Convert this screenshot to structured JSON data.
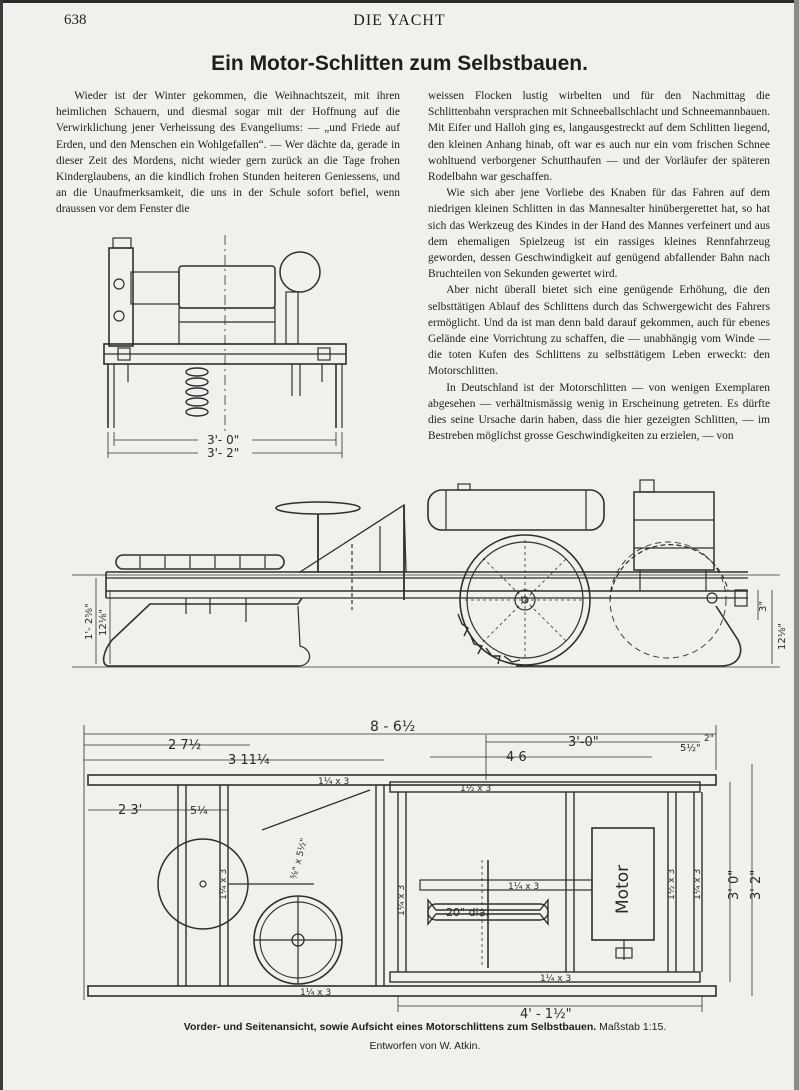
{
  "header": {
    "page_number": "638",
    "running_title": "DIE YACHT"
  },
  "article": {
    "title": "Ein Motor-Schlitten zum Selbstbauen.",
    "left_column": [
      "Wieder ist der Winter gekommen, die Weihnachtszeit, mit ihren heimlichen Schauern, und diesmal sogar mit der Hoffnung auf die Verwirklichung jener Verheissung des Evangeliums: — „und Friede auf Erden, und den Menschen ein Wohlgefallen“. — Wer dächte da, gerade in dieser Zeit des Mordens, nicht wieder gern zurück an die Tage frohen Kinderglaubens, an die kindlich frohen Stunden heiteren Geniessens, und an die Unaufmerksamkeit, die uns in der Schule sofort befiel, wenn draussen vor dem Fenster die"
    ],
    "right_column": [
      "weissen Flocken lustig wirbelten und für den Nachmittag die Schlittenbahn versprachen mit Schneeballschlacht und Schneemannbauen. Mit Eifer und Halloh ging es, langausgestreckt auf dem Schlitten liegend, den kleinen Anhang hinab, oft war es auch nur ein vom frischen Schnee wohltuend verborgener Schutthaufen — und der Vorläufer der späteren Rodelbahn war geschaffen.",
      "Wie sich aber jene Vorliebe des Knaben für das Fahren auf dem niedrigen kleinen Schlitten in das Mannesalter hinübergerettet hat, so hat sich das Werkzeug des Kindes in der Hand des Mannes verfeinert und aus dem ehemaligen Spielzeug ist ein rassiges kleines Rennfahrzeug geworden, dessen Geschwindigkeit auf genügend abfallender Bahn nach Bruchteilen von Sekunden gewertet wird.",
      "Aber nicht überall bietet sich eine genügende Erhöhung, die den selbsttätigen Ablauf des Schlittens durch das Schwergewicht des Fahrers ermöglicht. Und da ist man denn bald darauf gekommen, auch für ebenes Gelände eine Vorrichtung zu schaffen, die — unabhängig vom Winde — die toten Kufen des Schlittens zu selbsttätigem Leben erweckt: den Motorschlitten.",
      "In Deutschland ist der Motorschlitten — von wenigen Exemplaren abgesehen — verhältnismässig wenig in Erscheinung getreten. Es dürfte dies seine Ursache darin haben, dass die hier gezeigten Schlitten, — im Bestreben möglichst grosse Geschwindigkeiten zu erzielen, — von"
    ]
  },
  "figure": {
    "front_view": {
      "dim_upper": "3'- 0\"",
      "dim_lower": "3'- 2\""
    },
    "side_view": {
      "dim_left_a": "1'- 2⅝\"",
      "dim_left_b": "12⅛\"",
      "dim_right_a": "3\"",
      "dim_right_b": "12⅛\""
    },
    "plan_view": {
      "overall_length": "8 - 6½",
      "dim_2_7": "2  7½",
      "dim_3_11": "3  11¼",
      "dim_4_6": "4  6",
      "dim_3_0_top": "3'-0\"",
      "dim_5": "5½\"",
      "dim_2_small": "2\"",
      "dim_2_3": "2  3'",
      "dim_5_small": "5¼",
      "beam_1": "1¼ x 3",
      "beam_2": "1¼ x 3",
      "beam_3": "1½ x 3",
      "beam_4": "1¼ x 3",
      "beam_5": "1¼ x 3",
      "side_1": "1¼ x 3",
      "side_2": "1¼ x 3",
      "side_3": "1½ x 3",
      "side_4": "1¼ x 3",
      "diagonal": "⅜\" x 5½\"",
      "wheel_dia": "20\" dia.",
      "motor_label": "Motor",
      "dim_3_0_side": "3' 0\"",
      "dim_3_2_side": "3' 2\"",
      "dim_bottom": "4' - 1½\""
    },
    "caption_bold": "Vorder- und Seitenansicht, sowie Aufsicht eines Motorschlittens zum Selbstbauen.",
    "caption_scale": "Maßstab 1:15.",
    "credit": "Entworfen von W. Atkin."
  }
}
